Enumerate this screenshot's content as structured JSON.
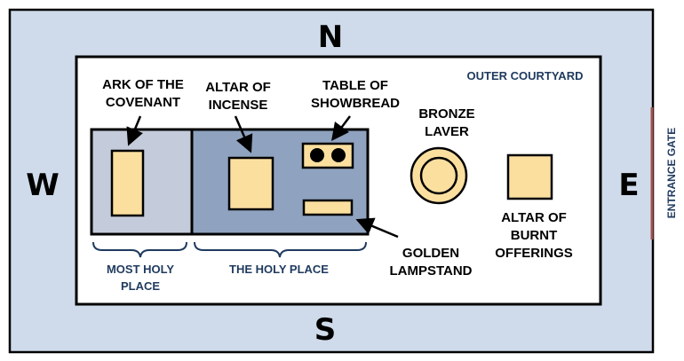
{
  "directions": {
    "north": "N",
    "south": "S",
    "west": "W",
    "east": "E"
  },
  "labels": {
    "outer_courtyard": "OUTER COURTYARD",
    "entrance_gate": "ENTRANCE GATE",
    "ark": [
      "ARK OF THE",
      "COVENANT"
    ],
    "altar_incense": [
      "ALTAR OF",
      "INCENSE"
    ],
    "table_showbread": [
      "TABLE OF",
      "SHOWBREAD"
    ],
    "bronze_laver": [
      "BRONZE",
      "LAVER"
    ],
    "golden_lampstand": [
      "GOLDEN",
      "LAMPSTAND"
    ],
    "altar_burnt": [
      "ALTAR OF",
      "BURNT",
      "OFFERINGS"
    ],
    "most_holy_place": [
      "MOST HOLY",
      "PLACE"
    ],
    "holy_place": "THE HOLY PLACE"
  },
  "colors": {
    "courtyard_outer": "#cfdbea",
    "most_holy": "#c4cbda",
    "holy": "#8fa2bf",
    "furniture": "#fbdf9f",
    "label_blue": "#1f3a5f",
    "gate": "#a0524f"
  }
}
